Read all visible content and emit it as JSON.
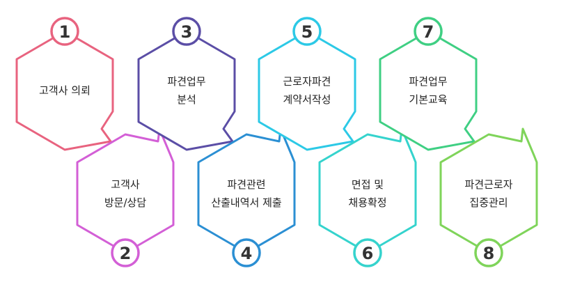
{
  "steps": [
    {
      "number": "1",
      "lines": [
        "고객사 의뢰"
      ],
      "color": "#e8637f"
    },
    {
      "number": "2",
      "lines": [
        "고객사",
        "방문/상담"
      ],
      "color": "#d35fd6"
    },
    {
      "number": "3",
      "lines": [
        "파견업무",
        "분석"
      ],
      "color": "#5b4ea6"
    },
    {
      "number": "4",
      "lines": [
        "파견관련",
        "산출내역서 제출"
      ],
      "color": "#2b8fd3"
    },
    {
      "number": "5",
      "lines": [
        "근로자파견",
        "계약서작성"
      ],
      "color": "#2cc9e6"
    },
    {
      "number": "6",
      "lines": [
        "면접 및",
        "채용확정"
      ],
      "color": "#35d3cd"
    },
    {
      "number": "7",
      "lines": [
        "파견업무",
        "기본교육"
      ],
      "color": "#3fcf83"
    },
    {
      "number": "8",
      "lines": [
        "파견근로자",
        "집중관리"
      ],
      "color": "#7fd45a"
    }
  ]
}
